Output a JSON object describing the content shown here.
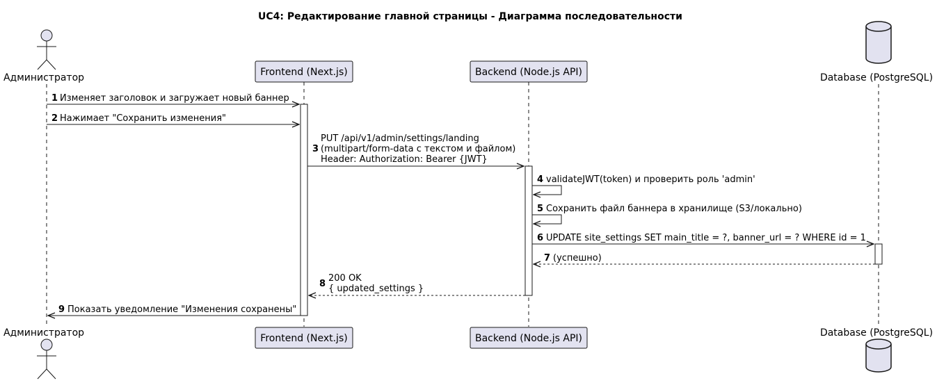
{
  "title": "UC4: Редактирование главной страницы - Диаграмма последовательности",
  "colors": {
    "participant_fill": "#E2E2F0",
    "participant_stroke": "#181818",
    "lifeline": "#181818",
    "activation_fill": "#FFFFFF"
  },
  "participants": {
    "admin": {
      "label": "Администратор",
      "kind": "actor",
      "icon": "actor-stick-figure-icon"
    },
    "frontend": {
      "label": "Frontend (Next.js)",
      "kind": "participant"
    },
    "backend": {
      "label": "Backend (Node.js API)",
      "kind": "participant"
    },
    "database": {
      "label": "Database (PostgreSQL)",
      "kind": "database",
      "icon": "database-cylinder-icon"
    }
  },
  "messages": [
    {
      "num": "1",
      "from": "admin",
      "to": "frontend",
      "style": "solid",
      "lines": [
        "Изменяет заголовок и загружает новый баннер"
      ]
    },
    {
      "num": "2",
      "from": "admin",
      "to": "frontend",
      "style": "solid",
      "lines": [
        "Нажимает \"Сохранить изменения\""
      ]
    },
    {
      "num": "3",
      "from": "frontend",
      "to": "backend",
      "style": "solid",
      "lines": [
        "PUT /api/v1/admin/settings/landing",
        "(multipart/form-data с текстом и файлом)",
        "Header: Authorization: Bearer {JWT}"
      ]
    },
    {
      "num": "4",
      "from": "backend",
      "to": "backend",
      "style": "self",
      "lines": [
        "validateJWT(token) и проверить роль 'admin'"
      ]
    },
    {
      "num": "5",
      "from": "backend",
      "to": "backend",
      "style": "self",
      "lines": [
        "Сохранить файл баннера в хранилище (S3/локально)"
      ]
    },
    {
      "num": "6",
      "from": "backend",
      "to": "database",
      "style": "solid",
      "lines": [
        "UPDATE site_settings SET main_title = ?, banner_url = ? WHERE id = 1"
      ]
    },
    {
      "num": "7",
      "from": "database",
      "to": "backend",
      "style": "dashed",
      "lines": [
        "(успешно)"
      ]
    },
    {
      "num": "8",
      "from": "backend",
      "to": "frontend",
      "style": "dashed",
      "lines": [
        "200 OK",
        "{ updated_settings }"
      ]
    },
    {
      "num": "9",
      "from": "frontend",
      "to": "admin",
      "style": "solid",
      "lines": [
        "Показать уведомление \"Изменения сохранены\""
      ]
    }
  ]
}
